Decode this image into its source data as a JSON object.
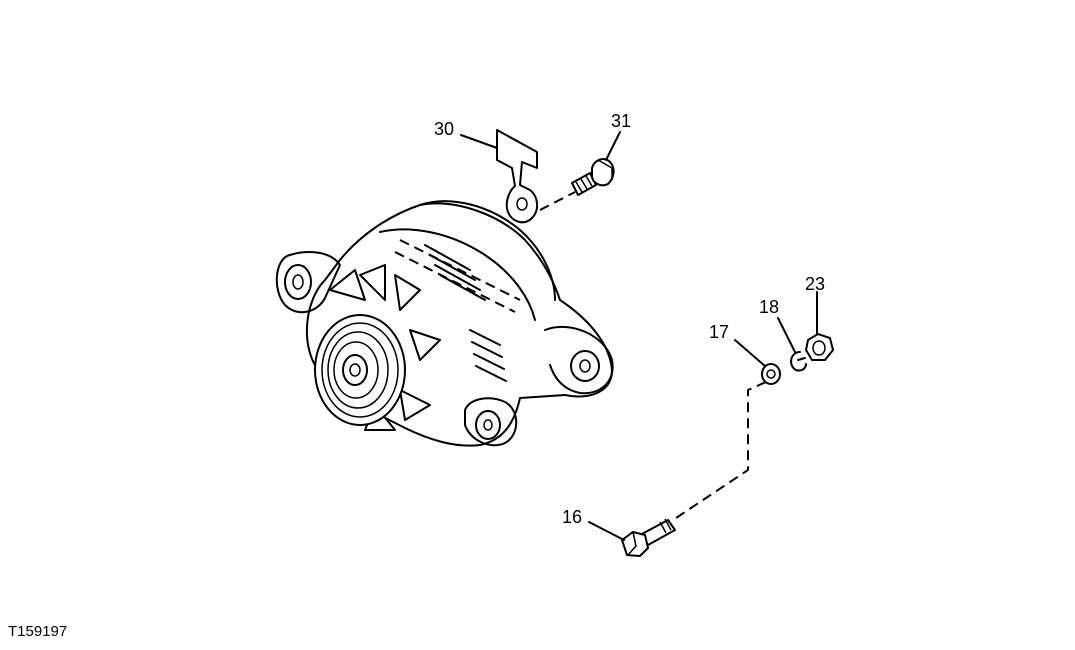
{
  "figure_id": "T159197",
  "callouts": [
    {
      "id": "30",
      "part": "bracket"
    },
    {
      "id": "31",
      "part": "cap-screw"
    },
    {
      "id": "23",
      "part": "nut"
    },
    {
      "id": "18",
      "part": "lock-washer"
    },
    {
      "id": "17",
      "part": "washer"
    },
    {
      "id": "16",
      "part": "bolt"
    }
  ]
}
